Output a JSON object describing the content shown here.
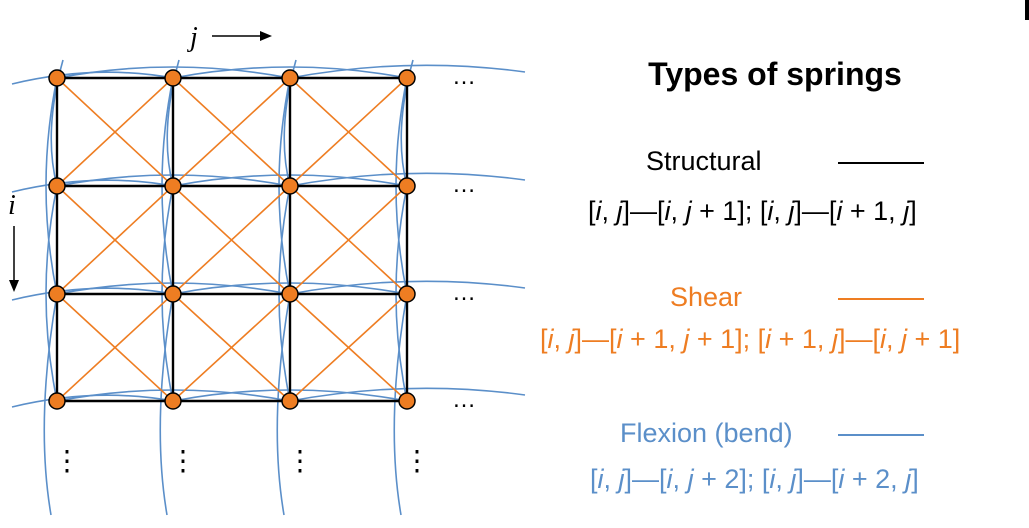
{
  "diagram": {
    "j_label": "j",
    "i_label": "i",
    "ellipsis_h": "…",
    "ellipsis_v": "⋮",
    "colors": {
      "structural": "#000000",
      "shear": "#ee7d22",
      "flexion": "#5b8fc9",
      "node_fill": "#ee7d22",
      "node_stroke": "#000000"
    }
  },
  "legend": {
    "title": "Types of springs",
    "structural": {
      "name": "Structural",
      "def_parts": [
        "[",
        "i",
        ", ",
        "j",
        "]—[",
        "i",
        ", ",
        "j",
        " + 1]; [",
        "i",
        ", ",
        "j",
        "]—[",
        "i",
        " + 1, ",
        "j",
        "]"
      ],
      "color": "#000000"
    },
    "shear": {
      "name": "Shear",
      "def_parts": [
        "[",
        "i",
        ", ",
        "j",
        "]—[",
        "i",
        " + 1, ",
        "j",
        " + 1]; [",
        "i",
        " + 1, ",
        "j",
        "]—[",
        "i",
        ", ",
        "j",
        " + 1]"
      ],
      "color": "#ee7d22"
    },
    "flexion": {
      "name": "Flexion (bend)",
      "def_parts": [
        "[",
        "i",
        ", ",
        "j",
        "]—[",
        "i",
        ", ",
        "j",
        " + 2]; [",
        "i",
        ", ",
        "j",
        "]—[",
        "i",
        " + 2, ",
        "j",
        "]"
      ],
      "color": "#5b8fc9"
    }
  }
}
